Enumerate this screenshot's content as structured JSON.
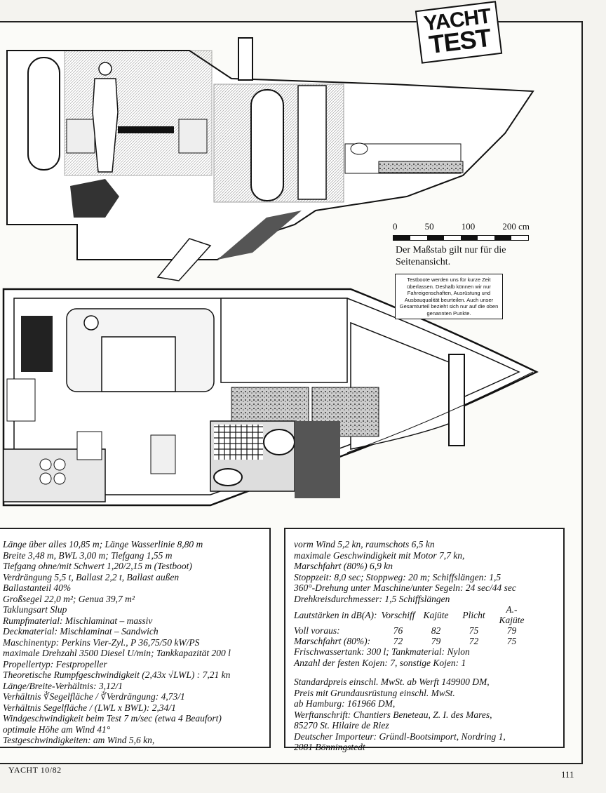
{
  "badge": {
    "line1": "YACHT",
    "line2": "TEST"
  },
  "scale": {
    "ticks": [
      "0",
      "50",
      "100",
      "200 cm"
    ],
    "note": "Der Maßstab gilt nur für die Seitenansicht."
  },
  "notice": "Testboote werden uns für kurze Zeit überlassen. Deshalb können wir nur Fahreigenschaften, Ausrüstung und Ausbauqualität beurteilen. Auch unser Gesamturteil bezieht sich nur auf die oben genannten Punkte.",
  "specs_left": [
    "Länge über alles 10,85 m; Länge Wasserlinie 8,80 m",
    "Breite 3,48 m, BWL 3,00 m; Tiefgang 1,55 m",
    "Tiefgang ohne/mit Schwert 1,20/2,15 m (Testboot)",
    "Verdrängung 5,5 t, Ballast 2,2 t, Ballast außen",
    "Ballastanteil 40%",
    "Großsegel 22,0 m²; Genua 39,7 m²",
    "Taklungsart Slup",
    "Rumpfmaterial: Mischlaminat – massiv",
    "Deckmaterial: Mischlaminat – Sandwich",
    "Maschinentyp: Perkins Vier-Zyl., P 36,75/50 kW/PS",
    "maximale Drehzahl 3500 Diesel U/min; Tankkapazität 200 l",
    "Propellertyp: Festpropeller",
    "Theoretische Rumpfgeschwindigkeit (2,43x √LWL) : 7,21 kn",
    "Länge/Breite-Verhältnis: 3,12/1",
    "Verhältnis ∛Segelfläche / ∛Verdrängung: 4,73/1",
    "Verhältnis Segelfläche / (LWL x BWL): 2,34/1",
    "Windgeschwindigkeit beim Test 7 m/sec (etwa 4 Beaufort)",
    "optimale Höhe am Wind 41°",
    "Testgeschwindigkeiten: am Wind 5,6 kn,"
  ],
  "specs_right_top": [
    "vorm Wind 5,2 kn, raumschots 6,5 kn",
    "maximale Geschwindigkeit mit Motor 7,7 kn,",
    "Marschfahrt (80%) 6,9 kn",
    "Stoppzeit: 8,0 sec; Stoppweg: 20 m; Schiffslängen: 1,5",
    "360°-Drehung unter Maschine/unter Segeln: 24 sec/44 sec",
    "Drehkreisdurchmesser: 1,5 Schiffslängen"
  ],
  "sound_table": {
    "header": [
      "Lautstärken in dB(A):",
      "Vorschiff",
      "Kajüte",
      "Plicht",
      "A.-Kajüte"
    ],
    "rows": [
      [
        "Voll voraus:",
        "76",
        "82",
        "75",
        "79"
      ],
      [
        "Marschfahrt (80%):",
        "72",
        "79",
        "72",
        "75"
      ]
    ]
  },
  "specs_right_mid": [
    "Frischwassertank: 300 l; Tankmaterial: Nylon",
    "Anzahl der festen Kojen: 7, sonstige Kojen: 1"
  ],
  "specs_right_bottom": [
    "Standardpreis einschl. MwSt. ab Werft 149900 DM,",
    "Preis mit Grundausrüstung einschl. MwSt.",
    "ab Hamburg: 161966 DM,",
    "Werftanschrift: Chantiers Beneteau, Z. I. des Mares,",
    "85270 St. Hilaire de Riez",
    "Deutscher Importeur: Gründl-Bootsimport, Nordring 1,",
    "2081 Bönningstedt"
  ],
  "footer": {
    "left": "YACHT 10/82",
    "right": "111"
  }
}
